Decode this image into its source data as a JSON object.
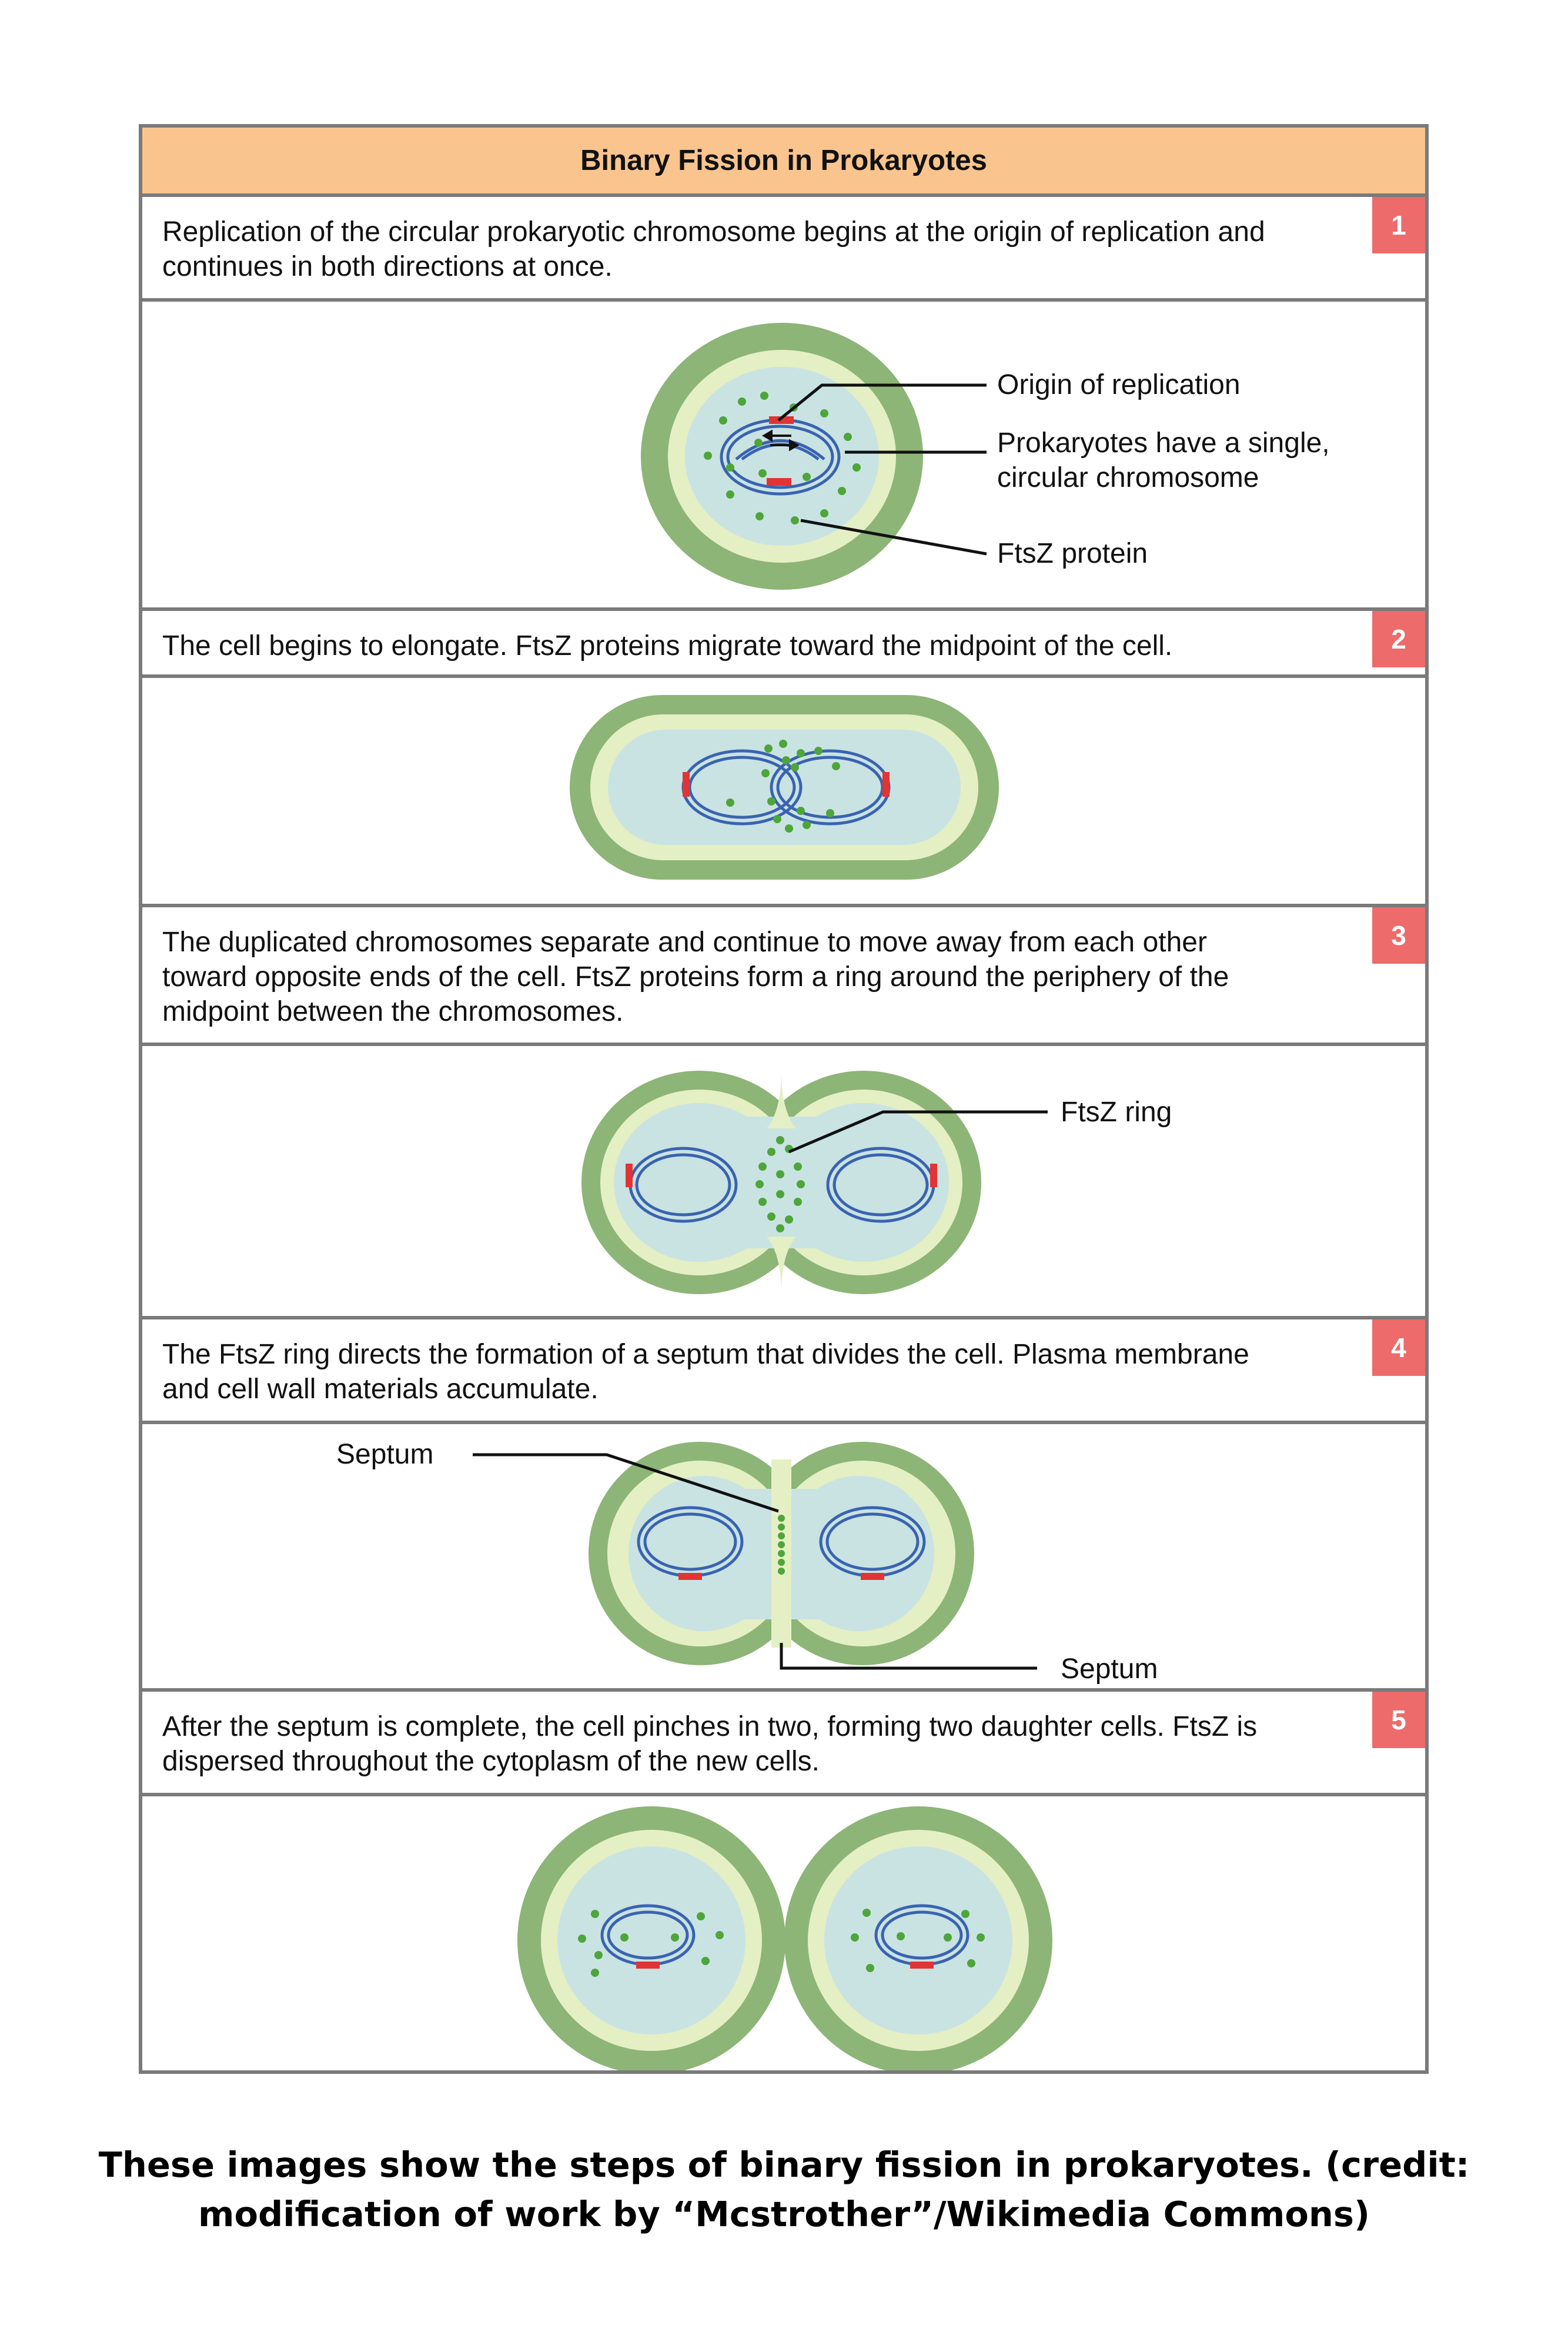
{
  "title": "Binary Fission in Prokaryotes",
  "steps": [
    {
      "number": "1",
      "text": "Replication of the circular prokaryotic chromosome begins at the origin of replication and continues in both directions at once."
    },
    {
      "number": "2",
      "text": "The cell begins to elongate. FtsZ proteins migrate toward the midpoint of the cell."
    },
    {
      "number": "3",
      "text": "The duplicated chromosomes separate and continue to move away from each other toward opposite ends of the cell. FtsZ proteins form a ring around the periphery of the midpoint between the chromosomes."
    },
    {
      "number": "4",
      "text": "The FtsZ ring directs the formation of a septum that divides the cell. Plasma membrane and cell wall materials accumulate."
    },
    {
      "number": "5",
      "text": "After the septum is complete, the cell pinches in two, forming two daughter cells. FtsZ is dispersed throughout the cytoplasm of the new cells."
    }
  ],
  "labels": {
    "origin": "Origin of replication",
    "chromosome_line1": "Prokaryotes have a single,",
    "chromosome_line2": "circular chromosome",
    "ftsz_protein": "FtsZ protein",
    "ftsz_ring": "FtsZ ring",
    "septum_top": "Septum",
    "septum_bottom": "Septum"
  },
  "caption_line1": "These images show the steps of binary fission in prokaryotes. (credit:",
  "caption_line2": "modification of work by “Mcstrother”/Wikimedia Commons)",
  "colors": {
    "title_bar": "#f9c48d",
    "badge": "#ed6b6b",
    "cell_wall": "#8db577",
    "membrane": "#e5efc4",
    "cytoplasm": "#c9e3e3",
    "chromosome": "#3a63b0",
    "origin": "#e23434",
    "ftsz": "#4ea63a"
  }
}
